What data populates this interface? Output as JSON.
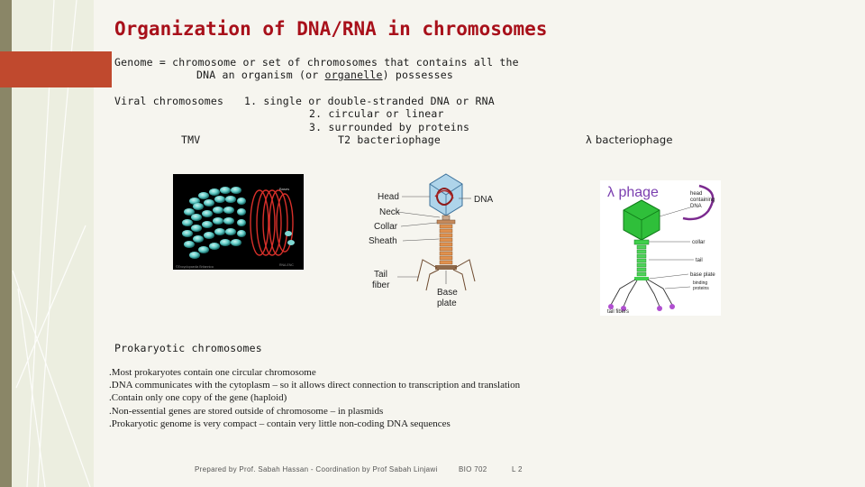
{
  "title": "Organization of DNA/RNA in chromosomes",
  "genome_def": {
    "line1": "Genome = chromosome or set of chromosomes that contains all the",
    "line2_pre": "DNA an organism (or ",
    "line2_link": "organelle",
    "line2_post": ") possesses"
  },
  "viral": {
    "heading": "Viral chromosomes",
    "points": [
      "1. single or double-stranded DNA or RNA",
      "2. circular or linear",
      "3. surrounded by proteins"
    ],
    "labels": {
      "tmv": "TMV",
      "t2": "T2 bacteriophage",
      "lambda": "λ bacteriophage"
    }
  },
  "tmv_figure": {
    "label": "Bases",
    "copyright": "©Encyclopaedia Britannica",
    "code": "RNA-ENC"
  },
  "t2_figure": {
    "labels": {
      "head": "Head",
      "neck": "Neck",
      "collar": "Collar",
      "sheath": "Sheath",
      "tail_fiber_1": "Tail",
      "tail_fiber_2": "fiber",
      "base_plate_1": "Base",
      "base_plate_2": "plate",
      "dna": "DNA"
    }
  },
  "lambda_figure": {
    "title": "λ phage",
    "labels": {
      "head_1": "head",
      "head_2": "containing",
      "head_3": "DNA",
      "collar": "collar",
      "tail": "tail",
      "base_plate": "base plate",
      "binding_1": "binding",
      "binding_2": "proteins",
      "tail_fibers": "tail fibers"
    }
  },
  "prokaryotic": {
    "heading": "Prokaryotic chromosomes",
    "bullets": [
      ".Most prokaryotes contain one circular chromosome",
      ".DNA communicates with the cytoplasm – so it allows direct connection to transcription and translation",
      ".Contain only one copy of the gene (haploid)",
      ".Non-essential genes are stored outside of chromosome – in plasmids",
      ".Prokaryotic genome is very compact – contain very little non-coding DNA sequences"
    ]
  },
  "footer": {
    "credit": "Prepared by Prof. Sabah Hassan - Coordination by Prof Sabah Linjawi",
    "course": "BIO 702",
    "lecture": "L 2"
  },
  "colors": {
    "title": "#a8101a",
    "accent": "#c0492e",
    "sidebar": "#8a8667"
  }
}
